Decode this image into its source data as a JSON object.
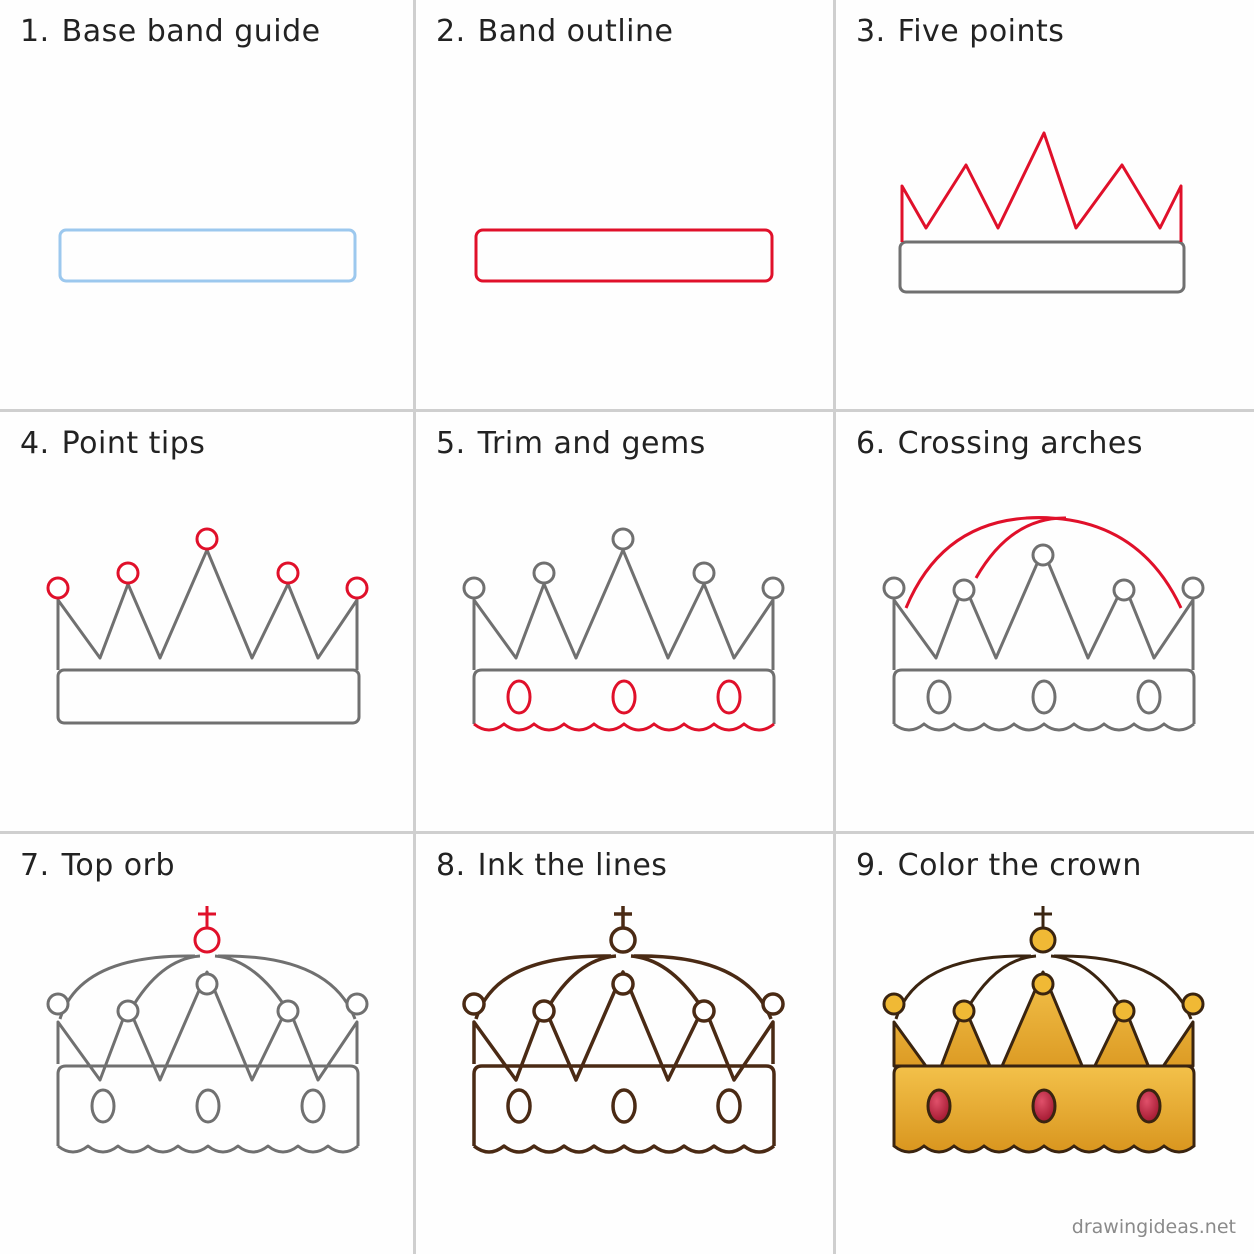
{
  "steps": [
    {
      "number": "1.",
      "title": "Base band guide"
    },
    {
      "number": "2.",
      "title": "Band outline"
    },
    {
      "number": "3.",
      "title": "Five points"
    },
    {
      "number": "4.",
      "title": "Point tips"
    },
    {
      "number": "5.",
      "title": "Trim and gems"
    },
    {
      "number": "6.",
      "title": "Crossing arches"
    },
    {
      "number": "7.",
      "title": "Top orb"
    },
    {
      "number": "8.",
      "title": "Ink the lines"
    },
    {
      "number": "9.",
      "title": "Color the crown"
    }
  ],
  "watermark": "drawingideas.net",
  "colors": {
    "guide": "#9cc8ee",
    "new_stroke": "#e0102a",
    "pencil": "#707070",
    "ink": "#4a2a14",
    "gold": "#e7a92c",
    "gem": "#b5223a"
  }
}
